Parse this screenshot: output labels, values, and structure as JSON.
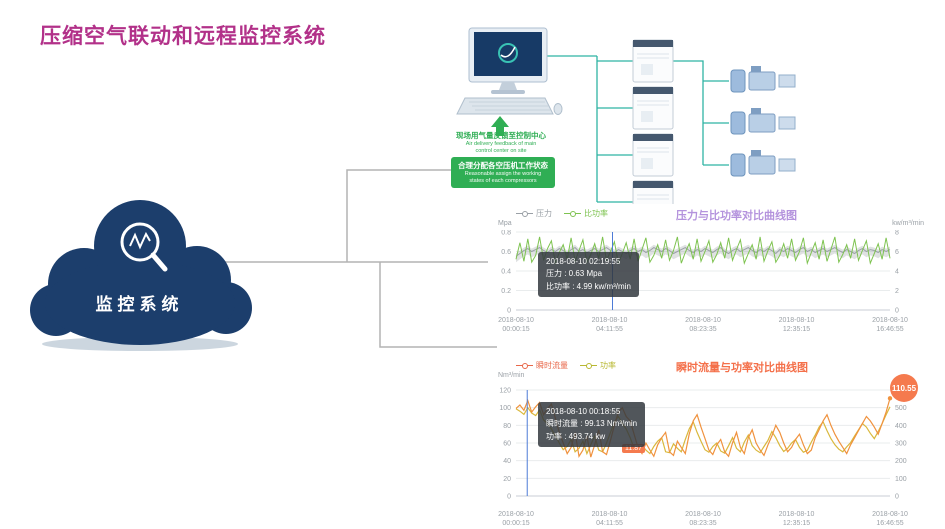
{
  "page": {
    "title": "压缩空气联动和远程监控系统"
  },
  "cloud": {
    "label": "监控系统"
  },
  "diagram": {
    "note1_cn": "现场用气量反馈至控制中心",
    "note1_en1": "Air delivery feedback of main",
    "note1_en2": "control center on site",
    "note2_cn": "合理分配各空压机工作状态",
    "note2_en1": "Reasonable assign the working",
    "note2_en2": "states of each compressors"
  },
  "chart1": {
    "title": "压力与比功率对比曲线图",
    "unit_left": "Mpa",
    "unit_right": "kw/m³/min",
    "legend": [
      {
        "label": "压力"
      },
      {
        "label": "比功率"
      }
    ],
    "tooltip": {
      "line1": "2018-08-10 02:19:55",
      "line2": "压力 : 0.63 Mpa",
      "line3": "比功率 : 4.99 kw/m³/min"
    }
  },
  "chart2": {
    "title": "瞬时流量与功率对比曲线图",
    "unit_left": "Nm³/min",
    "legend": [
      {
        "label": "瞬时流量"
      },
      {
        "label": "功率"
      }
    ],
    "tooltip": {
      "line1": "2018-08-10 00:18:55",
      "line2": "瞬时流量 : 99.13 Nm³/min",
      "line3": "功率 : 493.74 kw"
    },
    "badge": "110.55",
    "point_label": "11.87"
  },
  "chart_data": [
    {
      "type": "line",
      "title": "压力与比功率对比曲线图",
      "legend_position": "top-left",
      "grid": true,
      "cursor": 0.258,
      "x_labels": [
        {
          "d": "2018-08-10",
          "t": "00:00:15"
        },
        {
          "d": "2018-08-10",
          "t": "04:11:55"
        },
        {
          "d": "2018-08-10",
          "t": "08:23:35"
        },
        {
          "d": "2018-08-10",
          "t": "12:35:15"
        },
        {
          "d": "2018-08-10",
          "t": "16:46:55"
        }
      ],
      "left_ticks": [
        "0",
        "0.2",
        "0.4",
        "0.6",
        "0.8"
      ],
      "right_ticks": [
        "0",
        "2",
        "4",
        "6",
        "8"
      ],
      "ylim_left": [
        0,
        0.8
      ],
      "ylim_right": [
        0,
        8
      ],
      "series": [
        {
          "name": "压力",
          "axis": "left",
          "unit": "Mpa",
          "color": "#9aa0a6",
          "width": 1,
          "range": [
            0,
            0.8
          ],
          "band": [
            0.03,
            0.06
          ],
          "band_color": "rgba(150,155,160,0.30)",
          "values": [
            0.55,
            0.58,
            0.61,
            0.63,
            0.6,
            0.62,
            0.64,
            0.61,
            0.59,
            0.62,
            0.6,
            0.63,
            0.61,
            0.58,
            0.62,
            0.64,
            0.6,
            0.62,
            0.59,
            0.61,
            0.63,
            0.6,
            0.62,
            0.64,
            0.61,
            0.59,
            0.62,
            0.6,
            0.58,
            0.61,
            0.63,
            0.6,
            0.62,
            0.59,
            0.61,
            0.64,
            0.62,
            0.6,
            0.63,
            0.61,
            0.58,
            0.6,
            0.62,
            0.64,
            0.61,
            0.59,
            0.62,
            0.6,
            0.63,
            0.61,
            0.59,
            0.62,
            0.64,
            0.6,
            0.58,
            0.61,
            0.63,
            0.6,
            0.62,
            0.64,
            0.61,
            0.59,
            0.62,
            0.6,
            0.63,
            0.61,
            0.58,
            0.62,
            0.6,
            0.63,
            0.61,
            0.59,
            0.62,
            0.64,
            0.6,
            0.62,
            0.59,
            0.61,
            0.63,
            0.6,
            0.62,
            0.64,
            0.61,
            0.59,
            0.62,
            0.6,
            0.58,
            0.61,
            0.63,
            0.6,
            0.62,
            0.61,
            0.59,
            0.62,
            0.6,
            0.62
          ]
        },
        {
          "name": "比功率",
          "axis": "right",
          "unit": "kw/m³/min",
          "color": "#7ec350",
          "width": 1,
          "range": [
            0,
            8
          ],
          "values": [
            5.2,
            6.9,
            5.0,
            7.3,
            4.9,
            5.6,
            7.5,
            5.1,
            6.3,
            7.1,
            4.8,
            5.9,
            6.7,
            5.2,
            7.4,
            5.0,
            6.1,
            7.2,
            4.9,
            5.7,
            6.8,
            5.3,
            7.5,
            5.1,
            6.0,
            7.0,
            4.8,
            5.8,
            6.9,
            5.2,
            7.3,
            5.0,
            6.2,
            7.4,
            4.9,
            5.6,
            6.7,
            5.3,
            7.2,
            5.1,
            6.1,
            7.5,
            4.8,
            5.9,
            6.8,
            5.2,
            7.3,
            5.0,
            6.0,
            7.1,
            4.9,
            5.7,
            6.9,
            5.3,
            7.4,
            5.1,
            6.2,
            7.2,
            4.8,
            5.8,
            6.7,
            5.2,
            7.5,
            5.0,
            6.1,
            7.0,
            4.9,
            5.6,
            6.8,
            5.3,
            7.3,
            5.1,
            6.0,
            7.4,
            4.8,
            5.9,
            6.9,
            5.2,
            7.2,
            5.0,
            6.2,
            7.5,
            4.9,
            5.7,
            6.7,
            5.3,
            7.3,
            5.1,
            6.1,
            7.1,
            4.8,
            5.8,
            6.8,
            5.2,
            7.4,
            5.3
          ]
        }
      ]
    },
    {
      "type": "line",
      "title": "瞬时流量与功率对比曲线图",
      "legend_position": "top-left",
      "grid": true,
      "cursor": 0.03,
      "x_labels": [
        {
          "d": "2018-08-10",
          "t": "00:00:15"
        },
        {
          "d": "2018-08-10",
          "t": "04:11:55"
        },
        {
          "d": "2018-08-10",
          "t": "08:23:35"
        },
        {
          "d": "2018-08-10",
          "t": "12:35:15"
        },
        {
          "d": "2018-08-10",
          "t": "16:46:55"
        }
      ],
      "left_ticks": [
        "0",
        "20",
        "40",
        "60",
        "80",
        "100",
        "120"
      ],
      "right_ticks": [
        "0",
        "100",
        "200",
        "300",
        "400",
        "500",
        "600"
      ],
      "ylim_left": [
        0,
        120
      ],
      "ylim_right": [
        0,
        600
      ],
      "series": [
        {
          "name": "功率",
          "axis": "right",
          "unit": "kw",
          "color": "#d9b83c",
          "width": 1.2,
          "range": [
            0,
            600
          ],
          "values": [
            493.74,
            480,
            462,
            500,
            470,
            455,
            488,
            430,
            410,
            380,
            340,
            300,
            262,
            280,
            320,
            250,
            270,
            310,
            240,
            290,
            340,
            260,
            250,
            300,
            360,
            420,
            450,
            410,
            380,
            330,
            270,
            250,
            290,
            260,
            240,
            280,
            310,
            330,
            250,
            245,
            295,
            270,
            250,
            320,
            380,
            420,
            360,
            310,
            262,
            248,
            280,
            300,
            255,
            242,
            285,
            330,
            270,
            250,
            305,
            345,
            285,
            260,
            245,
            280,
            315,
            365,
            330,
            285,
            252,
            270,
            300,
            320,
            275,
            248,
            258,
            305,
            345,
            390,
            420,
            370,
            325,
            290,
            265,
            250,
            278,
            302,
            340,
            375,
            410,
            390,
            355,
            325,
            365,
            410,
            460,
            505
          ]
        },
        {
          "name": "瞬时流量",
          "axis": "left",
          "unit": "Nm³/min",
          "color": "#f0923e",
          "width": 1.2,
          "range": [
            0,
            120
          ],
          "end_dot": true,
          "values": [
            99.13,
            103,
            97,
            108,
            95,
            101,
            106,
            92,
            99,
            104,
            88,
            72,
            60,
            48,
            55,
            72,
            45,
            52,
            68,
            44,
            58,
            75,
            50,
            47,
            63,
            80,
            95,
            100,
            90,
            85,
            70,
            55,
            48,
            60,
            52,
            45,
            58,
            66,
            72,
            50,
            46,
            62,
            55,
            48,
            70,
            85,
            92,
            78,
            65,
            52,
            47,
            58,
            64,
            50,
            45,
            60,
            72,
            55,
            48,
            66,
            75,
            60,
            52,
            46,
            58,
            68,
            80,
            72,
            60,
            50,
            55,
            64,
            70,
            58,
            48,
            52,
            66,
            75,
            85,
            92,
            80,
            70,
            62,
            55,
            48,
            58,
            66,
            74,
            82,
            90,
            85,
            78,
            70,
            82,
            95,
            110.55
          ]
        }
      ]
    }
  ]
}
